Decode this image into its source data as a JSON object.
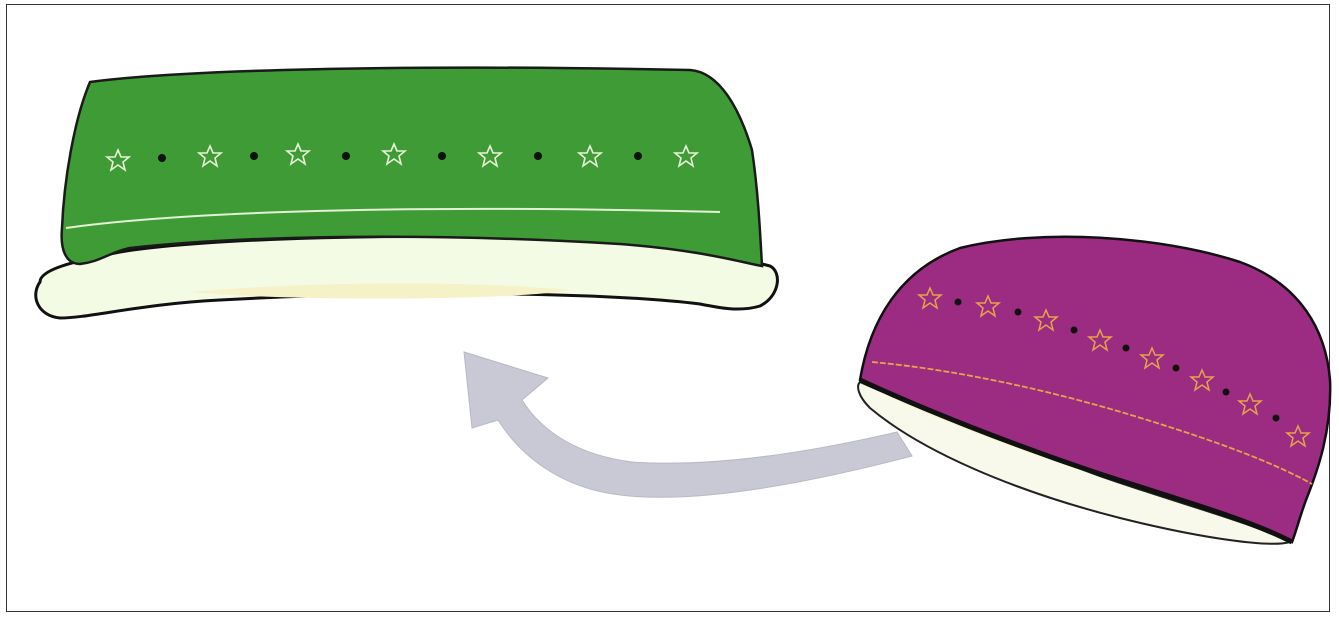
{
  "figure": {
    "items": [
      {
        "name": "green-headband-flat",
        "color": "#3f9b35",
        "lining_color": "#f3fbe4",
        "motif_color": "#e8f3d8",
        "motif": "stars-and-dots"
      },
      {
        "name": "purple-headband-rounded",
        "color": "#9b2c82",
        "lining_color": "#f8f9ea",
        "motif_color": "#e8a24a",
        "motif": "stars-and-dots"
      }
    ],
    "arrow": {
      "color": "#c8c9d4",
      "direction": "right-to-left"
    }
  }
}
